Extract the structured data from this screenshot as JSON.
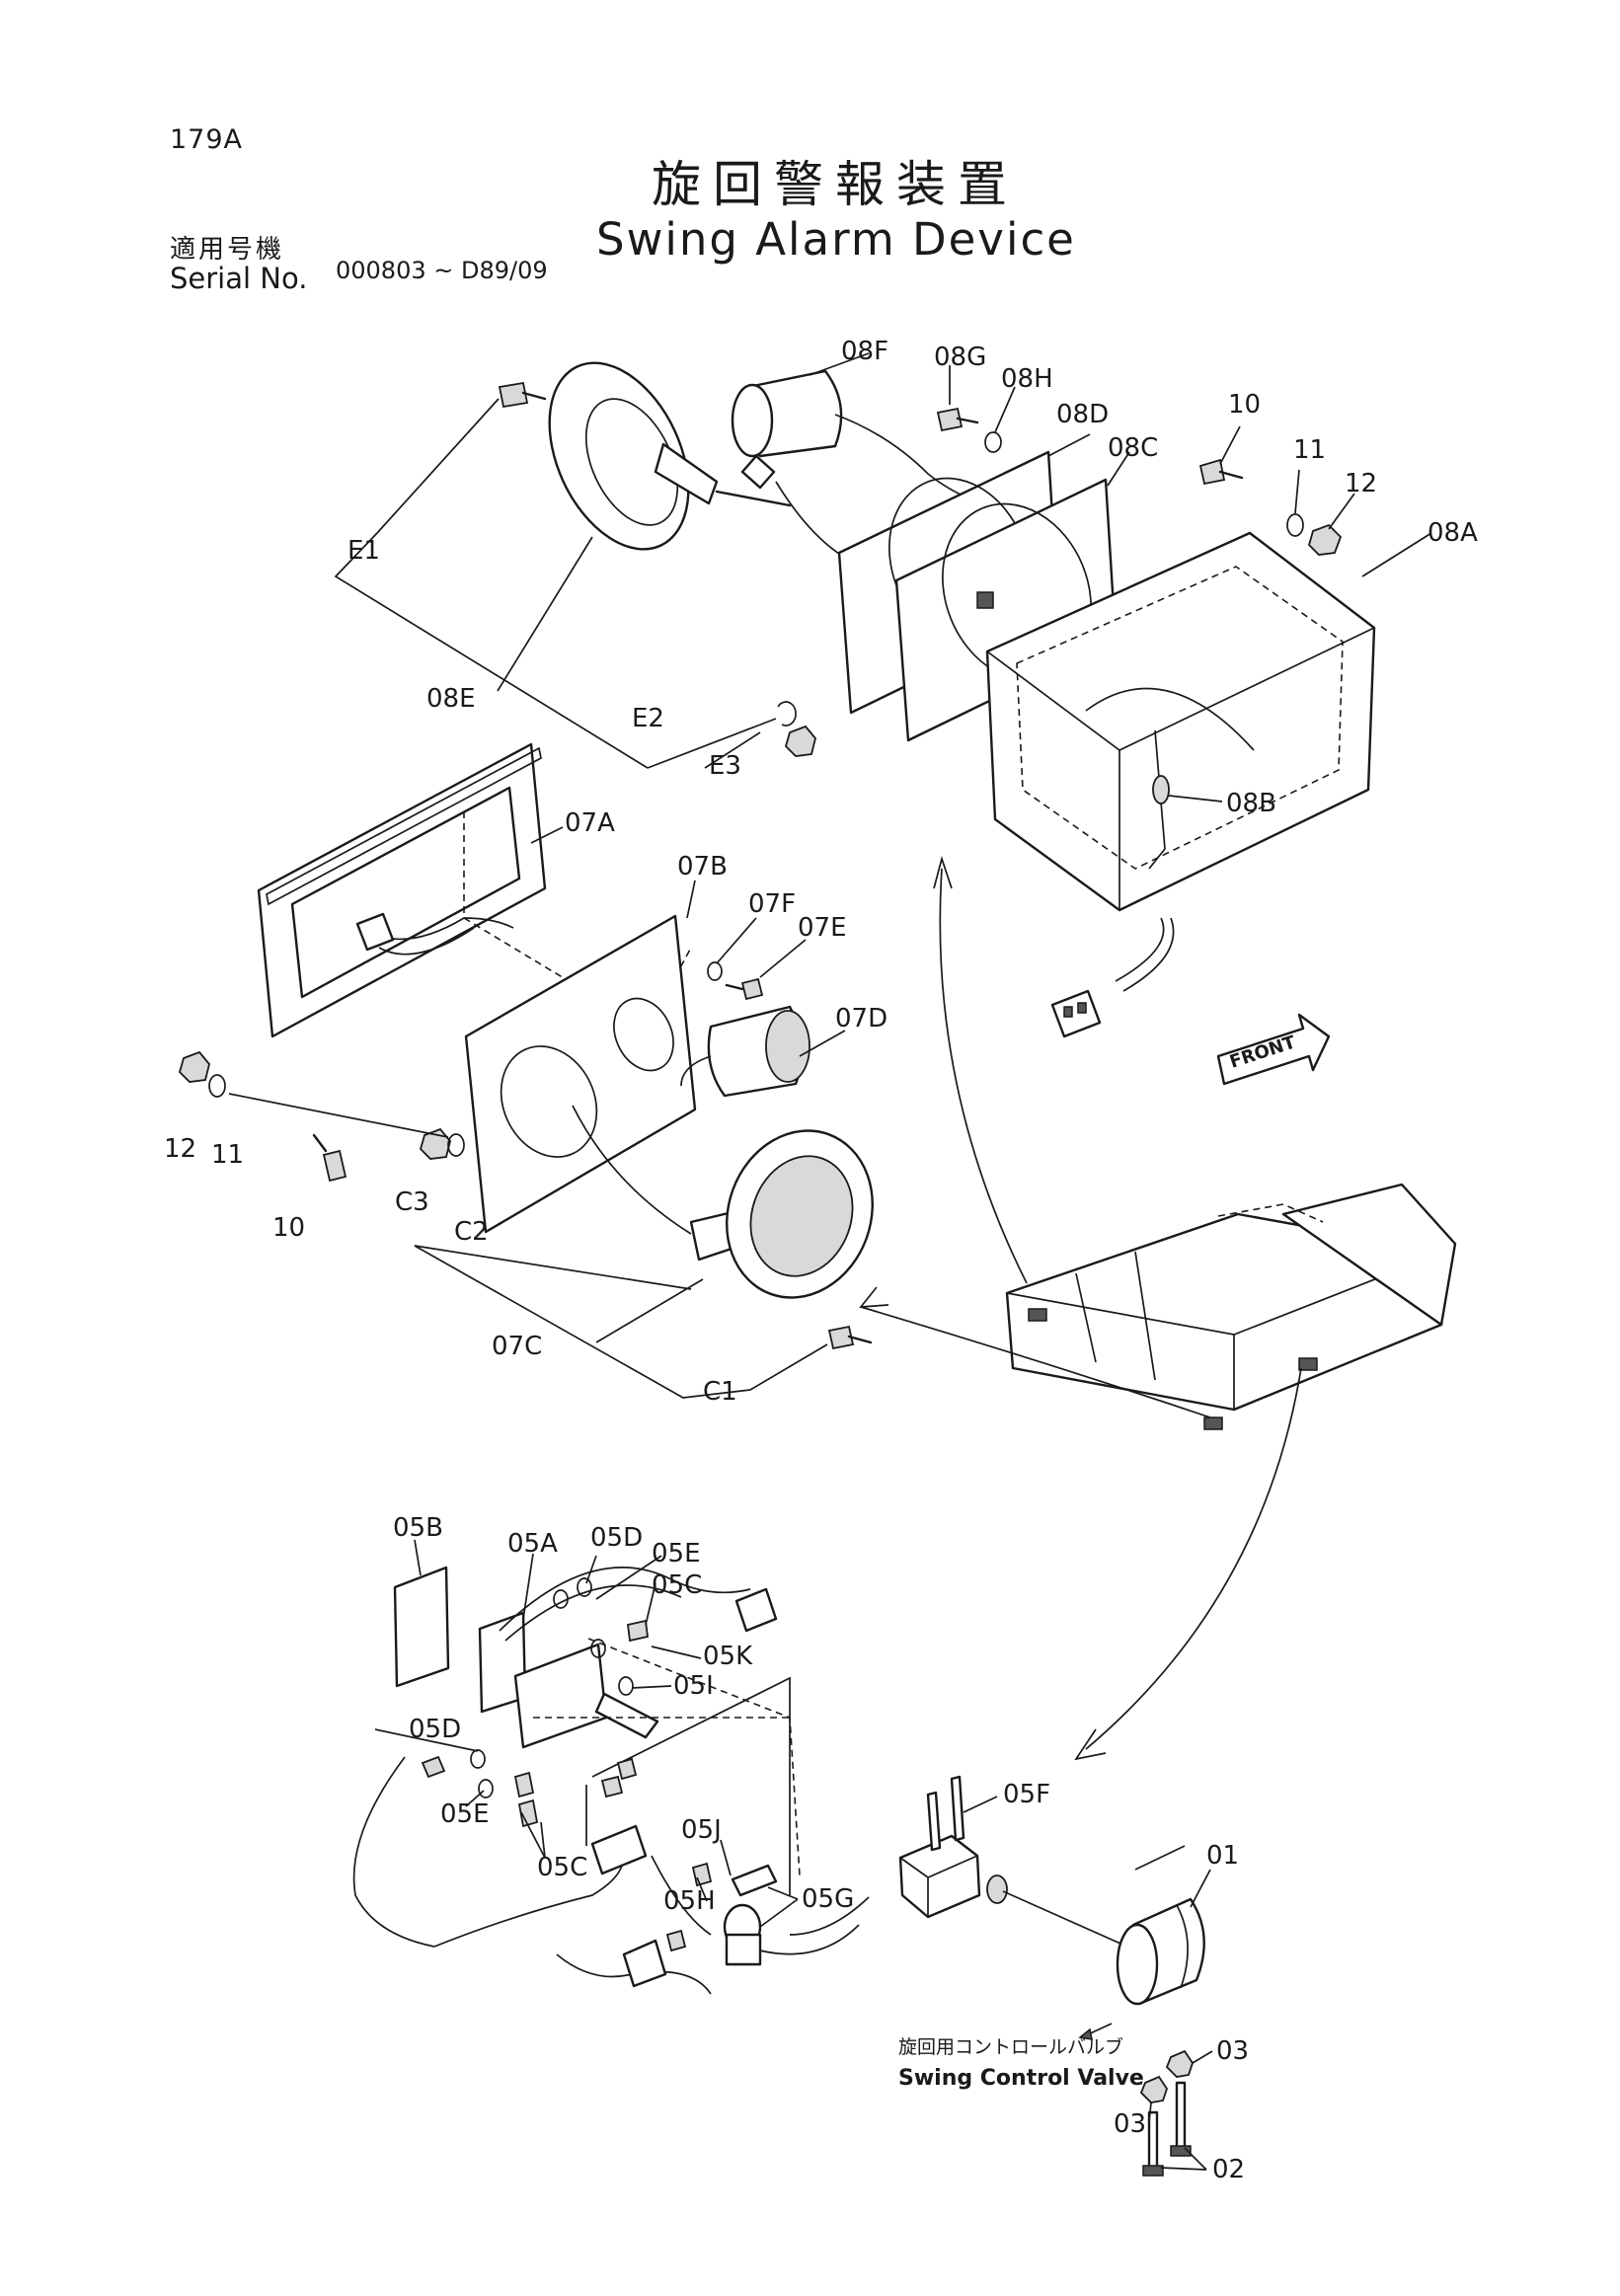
{
  "page_number": "179A",
  "title_jp": "旋回警報装置",
  "title_en": "Swing Alarm Device",
  "serial_label_jp": "適用号機",
  "serial_label_en": "Serial No.",
  "serial_range": "000803 ~ D89/09",
  "front_label": "FRONT",
  "swing_control_valve_jp": "旋回用コントロールバルブ",
  "swing_control_valve_en": "Swing Control Valve",
  "part_labels": {
    "08F": "08F",
    "08G": "08G",
    "08H": "08H",
    "08D": "08D",
    "08C": "08C",
    "08A": "08A",
    "08B": "08B",
    "08E": "08E",
    "E1": "E1",
    "E2": "E2",
    "E3": "E3",
    "p10_top": "10",
    "p11_top": "11",
    "p12_top": "12",
    "07A": "07A",
    "07B": "07B",
    "07C": "07C",
    "07D": "07D",
    "07E": "07E",
    "07F": "07F",
    "C1": "C1",
    "C2": "C2",
    "C3": "C3",
    "p10_left": "10",
    "p11_left": "11",
    "p12_left": "12",
    "05A": "05A",
    "05B": "05B",
    "05C_top": "05C",
    "05C_bottom": "05C",
    "05D_top": "05D",
    "05D_left": "05D",
    "05E_top": "05E",
    "05E_left": "05E",
    "05F": "05F",
    "05G": "05G",
    "05H": "05H",
    "05I": "05I",
    "05J": "05J",
    "05K": "05K",
    "01": "01",
    "02": "02",
    "03_right": "03",
    "03_left": "03"
  }
}
